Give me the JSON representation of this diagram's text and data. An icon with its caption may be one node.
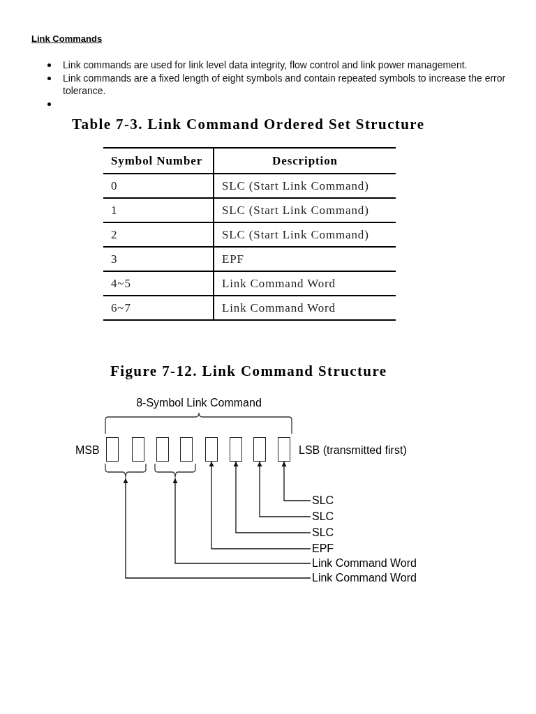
{
  "diagram": {
    "title": "Link Commands",
    "nodes": [
      {
        "text": [],
        "shape": "box"
      },
      {
        "text": [],
        "shape": "box"
      },
      {
        "text": [],
        "shape": "box"
      },
      {
        "text": [],
        "shape": "box"
      },
      {
        "text": [],
        "shape": "box"
      },
      {
        "text": [],
        "shape": "box"
      },
      {
        "text": [],
        "shape": "box"
      },
      {
        "text": [],
        "shape": "box"
      },
      {
        "text": [],
        "shape": "bracket"
      },
      {
        "text": [],
        "shape": "bracket"
      },
      {
        "text": [
          "SLC"
        ]
      },
      {
        "text": [
          "SLC"
        ]
      },
      {
        "text": [
          "SLC"
        ]
      },
      {
        "text": [
          "EPF"
        ]
      },
      {
        "text": [
          "Link Command Word"
        ]
      },
      {
        "text": [
          "Link Command Word"
        ]
      }
    ],
    "edges": [
      {
        "from": 10,
        "to": 7,
        "arrow": "to"
      },
      {
        "from": 11,
        "to": 6,
        "arrow": "to"
      },
      {
        "from": 12,
        "to": 5,
        "arrow": "to"
      },
      {
        "from": 13,
        "to": 4,
        "arrow": "to"
      },
      {
        "from": 14,
        "to": 9,
        "arrow": "to"
      },
      {
        "from": 15,
        "to": 8,
        "arrow": "to"
      }
    ],
    "labels": [
      "Link commands are used for link level data integrity, flow control and link power management.",
      "Link commands are a fixed length of eight symbols and contain repeated symbols to increase the error tolerance.",
      "Table 7-3. Link Command Ordered Set Structure",
      "Symbol Number",
      "Description",
      "0",
      "SLC (Start Link Command)",
      "1",
      "SLC (Start Link Command)",
      "2",
      "SLC (Start Link Command)",
      "3",
      "EPF",
      "4~5",
      "Link Command Word",
      "6~7",
      "Link Command Word",
      "Figure 7-12. Link Command Structure",
      "8-Symbol Link Command",
      "MSB",
      "LSB (transmitted first)"
    ]
  }
}
